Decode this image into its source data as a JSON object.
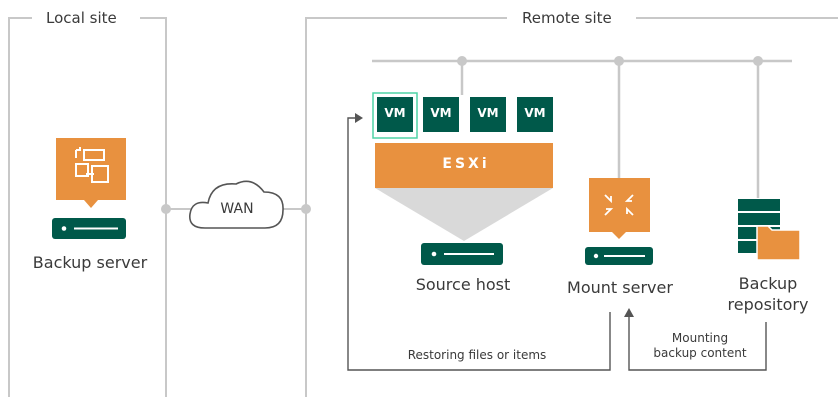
{
  "sites": {
    "local": "Local site",
    "remote": "Remote site"
  },
  "wan": "WAN",
  "nodes": {
    "backup_server": "Backup server",
    "source_host": "Source host",
    "mount_server": "Mount server",
    "backup_repository": [
      "Backup",
      "repository"
    ]
  },
  "vms": [
    "VM",
    "VM",
    "VM",
    "VM"
  ],
  "esxi": "ESXi",
  "flows": {
    "restoring": "Restoring files or items",
    "mounting": [
      "Mounting",
      "backup content"
    ]
  },
  "colors": {
    "orange": "#E8913F",
    "green": "#00594A",
    "highlight": "#4FD3A6",
    "line": "#C8C8C8"
  }
}
